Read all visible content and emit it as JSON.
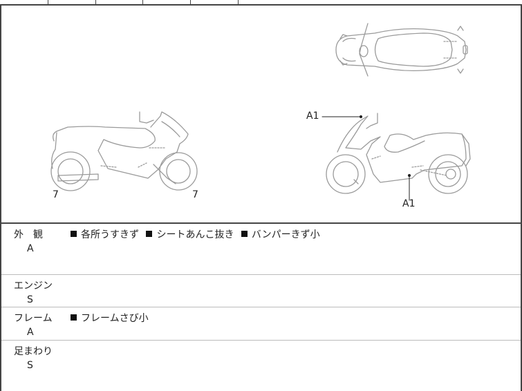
{
  "diagram": {
    "left_view": {
      "labels": [
        {
          "text": "7",
          "position": "rear-wheel"
        },
        {
          "text": "7",
          "position": "front-wheel"
        }
      ]
    },
    "right_view": {
      "labels": [
        {
          "text": "A1",
          "position": "windscreen"
        },
        {
          "text": "A1",
          "position": "floor-panel"
        }
      ]
    },
    "top_view": {
      "labels": []
    }
  },
  "sections": [
    {
      "title": "外　観",
      "grade": "A",
      "notes": [
        "各所うすきず",
        "シートあんこ抜き",
        "バンパーきず小"
      ]
    },
    {
      "title": "エンジン",
      "grade": "S",
      "notes": []
    },
    {
      "title": "フレーム",
      "grade": "A",
      "notes": [
        "フレームさび小"
      ]
    },
    {
      "title": "足まわり",
      "grade": "S",
      "notes": []
    }
  ],
  "colors": {
    "border_dark": "#444444",
    "divider_light": "#bbbbbb",
    "line_art": "#9a9a9a",
    "text": "#222222"
  }
}
